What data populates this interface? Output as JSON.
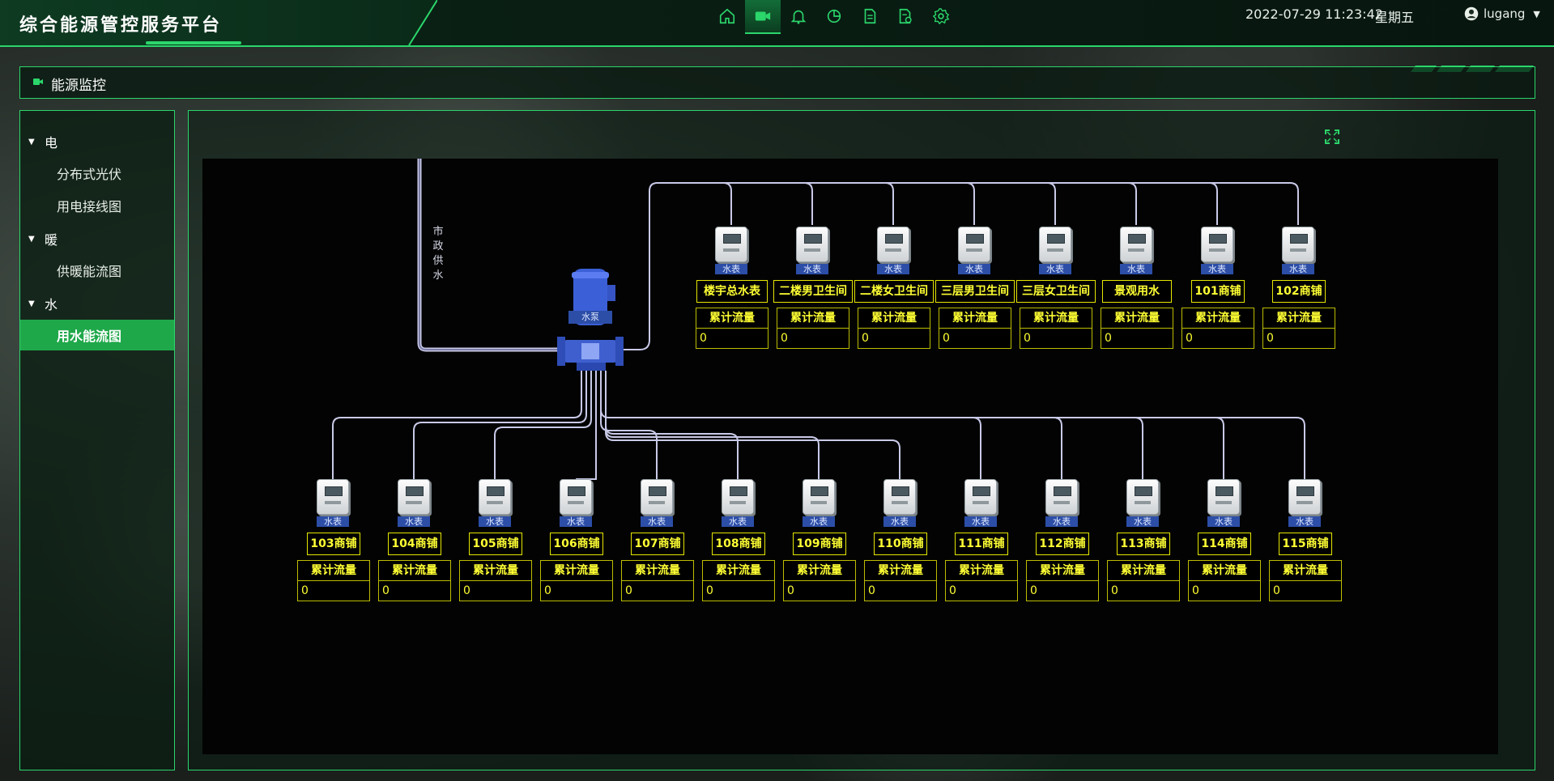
{
  "header": {
    "title": "综合能源管控服务平台",
    "datetime": "2022-07-29 11:23:42",
    "weekday": "星期五",
    "user": "lugang",
    "nav_icons": [
      "home-icon",
      "video-icon",
      "bell-icon",
      "pie-chart-icon",
      "document-icon",
      "report-icon",
      "gear-icon"
    ],
    "active_nav": "video-icon",
    "accent": "#2bd66b"
  },
  "page": {
    "title": "能源监控"
  },
  "sidebar": {
    "groups": [
      {
        "label": "电",
        "items": [
          "分布式光伏",
          "用电接线图"
        ]
      },
      {
        "label": "暖",
        "items": [
          "供暖能流图"
        ]
      },
      {
        "label": "水",
        "items": [
          "用水能流图"
        ]
      }
    ],
    "active_item": "用水能流图"
  },
  "diagram": {
    "supply_label": "市政供水",
    "pump_label": "水泵",
    "meter_tag": "水表",
    "flow_label": "累计流量",
    "top_row": [
      {
        "name": "楼宇总水表",
        "value": "0"
      },
      {
        "name": "二楼男卫生间",
        "value": "0"
      },
      {
        "name": "二楼女卫生间",
        "value": "0"
      },
      {
        "name": "三层男卫生间",
        "value": "0"
      },
      {
        "name": "三层女卫生间",
        "value": "0"
      },
      {
        "name": "景观用水",
        "value": "0"
      },
      {
        "name": "101商铺",
        "value": "0"
      },
      {
        "name": "102商铺",
        "value": "0"
      }
    ],
    "bottom_row": [
      {
        "name": "103商铺",
        "value": "0"
      },
      {
        "name": "104商铺",
        "value": "0"
      },
      {
        "name": "105商铺",
        "value": "0"
      },
      {
        "name": "106商铺",
        "value": "0"
      },
      {
        "name": "107商铺",
        "value": "0"
      },
      {
        "name": "108商铺",
        "value": "0"
      },
      {
        "name": "109商铺",
        "value": "0"
      },
      {
        "name": "110商铺",
        "value": "0"
      },
      {
        "name": "111商铺",
        "value": "0"
      },
      {
        "name": "112商铺",
        "value": "0"
      },
      {
        "name": "113商铺",
        "value": "0"
      },
      {
        "name": "114商铺",
        "value": "0"
      },
      {
        "name": "115商铺",
        "value": "0"
      }
    ]
  }
}
